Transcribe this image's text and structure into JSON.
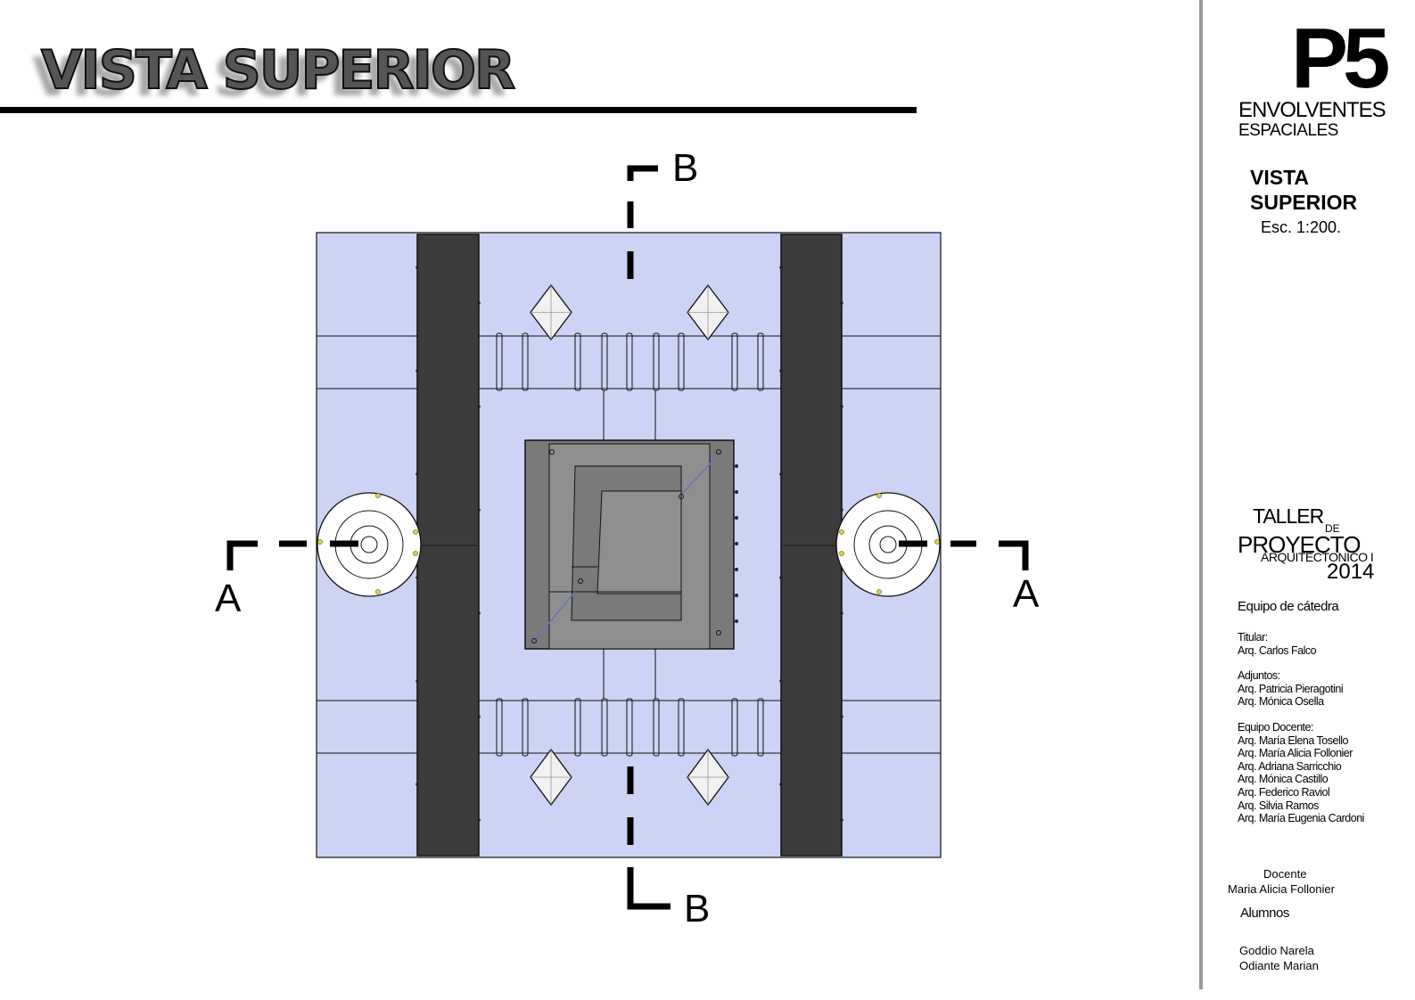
{
  "header": {
    "title": "VISTA SUPERIOR"
  },
  "plan": {
    "section_labels": {
      "left_a": "A",
      "right_a": "A",
      "top_b": "B",
      "bottom_b": "B"
    },
    "colors": {
      "floor": "#ccd3f4",
      "dark_band": "#3b3b3b",
      "core": "#7a7a7a",
      "core_inner": "#8f8f8f",
      "line": "#111111"
    }
  },
  "sidebar": {
    "logo": "P5",
    "logo_sub_1": "ENVOLVENTES",
    "logo_sub_2": "ESPACIALES",
    "sheet_title_1": "VISTA",
    "sheet_title_2": "SUPERIOR",
    "scale": "Esc. 1:200.",
    "taller_1": "TALLER",
    "taller_de": "DE",
    "taller_2": "PROYECTO",
    "taller_3": "ARQUITECTONICO I",
    "taller_year": "2014",
    "team_heading": "Equipo de cátedra",
    "titular_label": "Titular:",
    "titular": "Arq. Carlos Falco",
    "adjuntos_label": "Adjuntos:",
    "adjuntos": [
      "Arq. Patricia Pieragotini",
      "Arq. Mónica Osella"
    ],
    "equipo_label": "Equipo Docente:",
    "equipo": [
      "Arq. María Elena Tosello",
      "Arq. María Alicia Follonier",
      "Arq. Adriana Sarricchio",
      "Arq. Mónica Castillo",
      "Arq. Federico Raviol",
      "Arq. Silvia Ramos",
      "Arq. María Eugenia Cardoni"
    ],
    "docente_label": "Docente",
    "docente": "Maria Alicia Follonier",
    "alumnos_label": "Alumnos",
    "alumnos": [
      "Goddio Narela",
      "Odiante Marian"
    ]
  }
}
